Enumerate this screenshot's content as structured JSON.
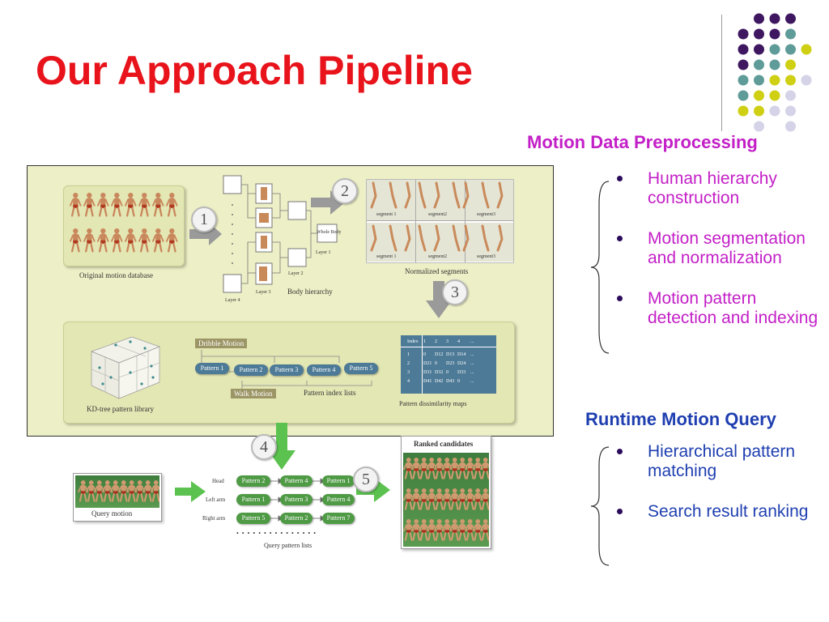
{
  "slide": {
    "title": "Our Approach Pipeline",
    "dot_colors": {
      "purple": "#3f1760",
      "teal": "#5f9b98",
      "yellow": "#cfcf14",
      "lavender": "#d5d3e8"
    }
  },
  "sections": [
    {
      "heading": "Motion Data Preprocessing",
      "color": "#c31fc7",
      "bullets": [
        "Human hierarchy construction",
        "Motion segmentation and normalization",
        "Motion pattern detection and indexing"
      ]
    },
    {
      "heading": "Runtime Motion Query",
      "color": "#1f3fb0",
      "bullets": [
        "Hierarchical pattern matching",
        "Search result ranking"
      ]
    }
  ],
  "figure": {
    "steps": [
      "1",
      "2",
      "3",
      "4",
      "5"
    ],
    "captions": {
      "original_db": "Original motion database",
      "body_hierarchy": "Body hierarchy",
      "normalized_segments": "Normalized segments",
      "kd_tree": "KD-tree pattern library",
      "pattern_index": "Pattern index lists",
      "dissimilarity": "Pattern dissimilarity maps",
      "query_motion": "Query motion",
      "query_lists": "Query pattern lists",
      "ranked": "Ranked candidates"
    },
    "layers": [
      "Layer 1",
      "Layer 2",
      "Layer 3",
      "Layer 4"
    ],
    "whole_body": "Whole Body",
    "segments_top": [
      "segment 1",
      "segment2",
      "segment3"
    ],
    "segments_bottom": [
      "segment 1",
      "segment2",
      "segment3"
    ],
    "dribble_tag": "Dribble Motion",
    "walk_tag": "Walk Motion",
    "patterns": [
      "Pattern 1",
      "Pattern 2",
      "Pattern 3",
      "Pattern 4",
      "Pattern 5"
    ],
    "matrix": {
      "header": [
        "Index",
        "1",
        "2",
        "3",
        "4",
        "..."
      ],
      "rows": [
        [
          "1",
          "0",
          "D12",
          "D13",
          "D14",
          "..."
        ],
        [
          "2",
          "D21",
          "0",
          "D23",
          "D24",
          "..."
        ],
        [
          "3",
          "D31",
          "D32",
          "0",
          "D33",
          "..."
        ],
        [
          "4",
          "D41",
          "D42",
          "D43",
          "0",
          "..."
        ]
      ]
    },
    "query_rows": [
      {
        "label": "Head",
        "patterns": [
          "Pattern 2",
          "Pattern 4",
          "Pattern 1"
        ]
      },
      {
        "label": "Left arm",
        "patterns": [
          "Pattern 1",
          "Pattern 3",
          "Pattern 4"
        ]
      },
      {
        "label": "Right arm",
        "patterns": [
          "Pattern 5",
          "Pattern 2",
          "Pattern 7"
        ]
      }
    ],
    "ellipsis": "• • • • • • • • • • • • • • •"
  }
}
